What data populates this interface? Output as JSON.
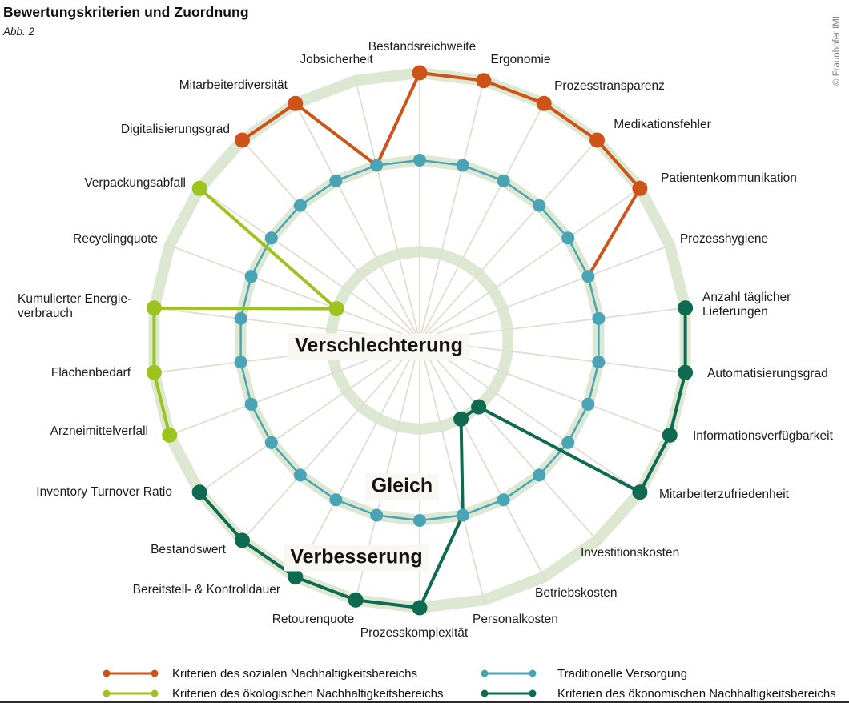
{
  "header": {
    "title": "Bewertungskriterien und Zuordnung",
    "figure_label": "Abb. 2"
  },
  "copyright": "© Fraunhofer IML",
  "chart_data": {
    "type": "radar",
    "num_axes": 26,
    "levels": [
      {
        "id": "verschlechterung",
        "label": "Verschlechterung"
      },
      {
        "id": "gleich",
        "label": "Gleich"
      },
      {
        "id": "verbesserung",
        "label": "Verbesserung"
      }
    ],
    "groups": {
      "sozial": {
        "color": "#cd5318",
        "label": "Kriterien des sozialen Nachhaltigkeitsbereichs"
      },
      "oekologisch": {
        "color": "#9cc31e",
        "label": "Kriterien des ökologischen Nachhaltigkeitsbereichs"
      },
      "oekonomisch": {
        "color": "#0e6a50",
        "label": "Kriterien des ökonomischen Nachhaltigkeitsbereichs"
      }
    },
    "traditional": {
      "color": "#4aa4b5",
      "label": "Traditionelle Versorgung",
      "value": "gleich"
    },
    "axes": [
      {
        "label": "Bestandsreichweite",
        "group": "sozial",
        "value": "verbesserung"
      },
      {
        "label": "Ergonomie",
        "group": "sozial",
        "value": "verbesserung"
      },
      {
        "label": "Prozesstransparenz",
        "group": "sozial",
        "value": "verbesserung"
      },
      {
        "label": "Medikationsfehler",
        "group": "sozial",
        "value": "verbesserung"
      },
      {
        "label": "Patientenkommunikation",
        "group": "sozial",
        "value": "verbesserung"
      },
      {
        "label": "Prozesshygiene",
        "group": "sozial",
        "value": "gleich"
      },
      {
        "label": "Anzahl täglicher Lieferungen",
        "lines": [
          "Anzahl täglicher",
          "Lieferungen"
        ],
        "group": "oekonomisch",
        "value": "verbesserung"
      },
      {
        "label": "Automatisierungsgrad",
        "group": "oekonomisch",
        "value": "verbesserung"
      },
      {
        "label": "Informationsverfügbarkeit",
        "group": "oekonomisch",
        "value": "verbesserung"
      },
      {
        "label": "Mitarbeiterzufriedenheit",
        "group": "oekonomisch",
        "value": "verbesserung"
      },
      {
        "label": "Investitionskosten",
        "group": "oekonomisch",
        "value": "verschlechterung"
      },
      {
        "label": "Betriebskosten",
        "group": "oekonomisch",
        "value": "verschlechterung"
      },
      {
        "label": "Personalkosten",
        "group": "oekonomisch",
        "value": "gleich"
      },
      {
        "label": "Prozesskomplexität",
        "group": "oekonomisch",
        "value": "verbesserung"
      },
      {
        "label": "Retourenquote",
        "group": "oekonomisch",
        "value": "verbesserung"
      },
      {
        "label": "Bereitstell- & Kontrolldauer",
        "group": "oekonomisch",
        "value": "verbesserung"
      },
      {
        "label": "Bestandswert",
        "group": "oekonomisch",
        "value": "verbesserung"
      },
      {
        "label": "Inventory Turnover Ratio",
        "group": "oekonomisch",
        "value": "verbesserung"
      },
      {
        "label": "Arzneimittelverfall",
        "group": "oekologisch",
        "value": "verbesserung"
      },
      {
        "label": "Flächenbedarf",
        "group": "oekologisch",
        "value": "verbesserung"
      },
      {
        "label": "Kumulierter Energieverbrauch",
        "lines": [
          "Kumulierter Energie-",
          "verbrauch"
        ],
        "group": "oekologisch",
        "value": "verbesserung"
      },
      {
        "label": "Recyclingquote",
        "group": "oekologisch",
        "value": "verschlechterung"
      },
      {
        "label": "Verpackungsabfall",
        "group": "oekologisch",
        "value": "verbesserung"
      },
      {
        "label": "Digitalisierungsgrad",
        "group": "sozial",
        "value": "verbesserung"
      },
      {
        "label": "Mitarbeiterdiversität",
        "group": "sozial",
        "value": "verbesserung"
      },
      {
        "label": "Jobsicherheit",
        "group": "sozial",
        "value": "gleich"
      }
    ]
  },
  "legend": {
    "items": [
      {
        "color": "#cd5318",
        "label": "Kriterien des sozialen Nachhaltigkeitsbereichs"
      },
      {
        "color": "#9cc31e",
        "label": "Kriterien des ökologischen Nachhaltigkeitsbereichs"
      },
      {
        "color": "#4aa4b5",
        "label": "Traditionelle Versorgung"
      },
      {
        "color": "#0e6a50",
        "label": "Kriterien des ökonomischen Nachhaltigkeitsbereichs"
      }
    ]
  }
}
